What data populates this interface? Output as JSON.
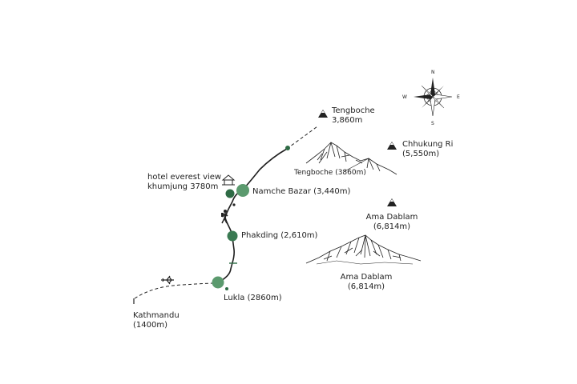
{
  "compass": {
    "n": "N",
    "s": "S",
    "e": "E",
    "w": "W"
  },
  "labels": {
    "tengboche_peak_name": "Tengboche",
    "tengboche_peak_alt": "3,860m",
    "chhukung_name": "Chhukung Ri",
    "chhukung_alt": "(5,550m)",
    "tengboche_town": "Tengboche (3860m)",
    "hotel_line1": "hotel everest view",
    "hotel_line2": "khumjung 3780m",
    "namche": "Namche Bazar (3,440m)",
    "ama_dablam_icon_name": "Ama Dablam",
    "ama_dablam_icon_alt": "(6,814m)",
    "phakding": "Phakding (2,610m)",
    "ama_dablam_name": "Ama Dablam",
    "ama_dablam_alt": "(6,814m)",
    "lukla": "Lukla (2860m)",
    "kathmandu_name": "Kathmandu",
    "kathmandu_alt": "(1400m)"
  },
  "colors": {
    "route": "#1f1f1f",
    "waypoint_dark": "#2e6b45",
    "waypoint_light": "#5b9a6e",
    "ink": "#222222"
  },
  "icons": [
    "compass-rose-icon",
    "peak-triangle-icon",
    "hotel-hut-icon",
    "hiker-icon",
    "airplane-icon",
    "mountain-range-icon"
  ]
}
